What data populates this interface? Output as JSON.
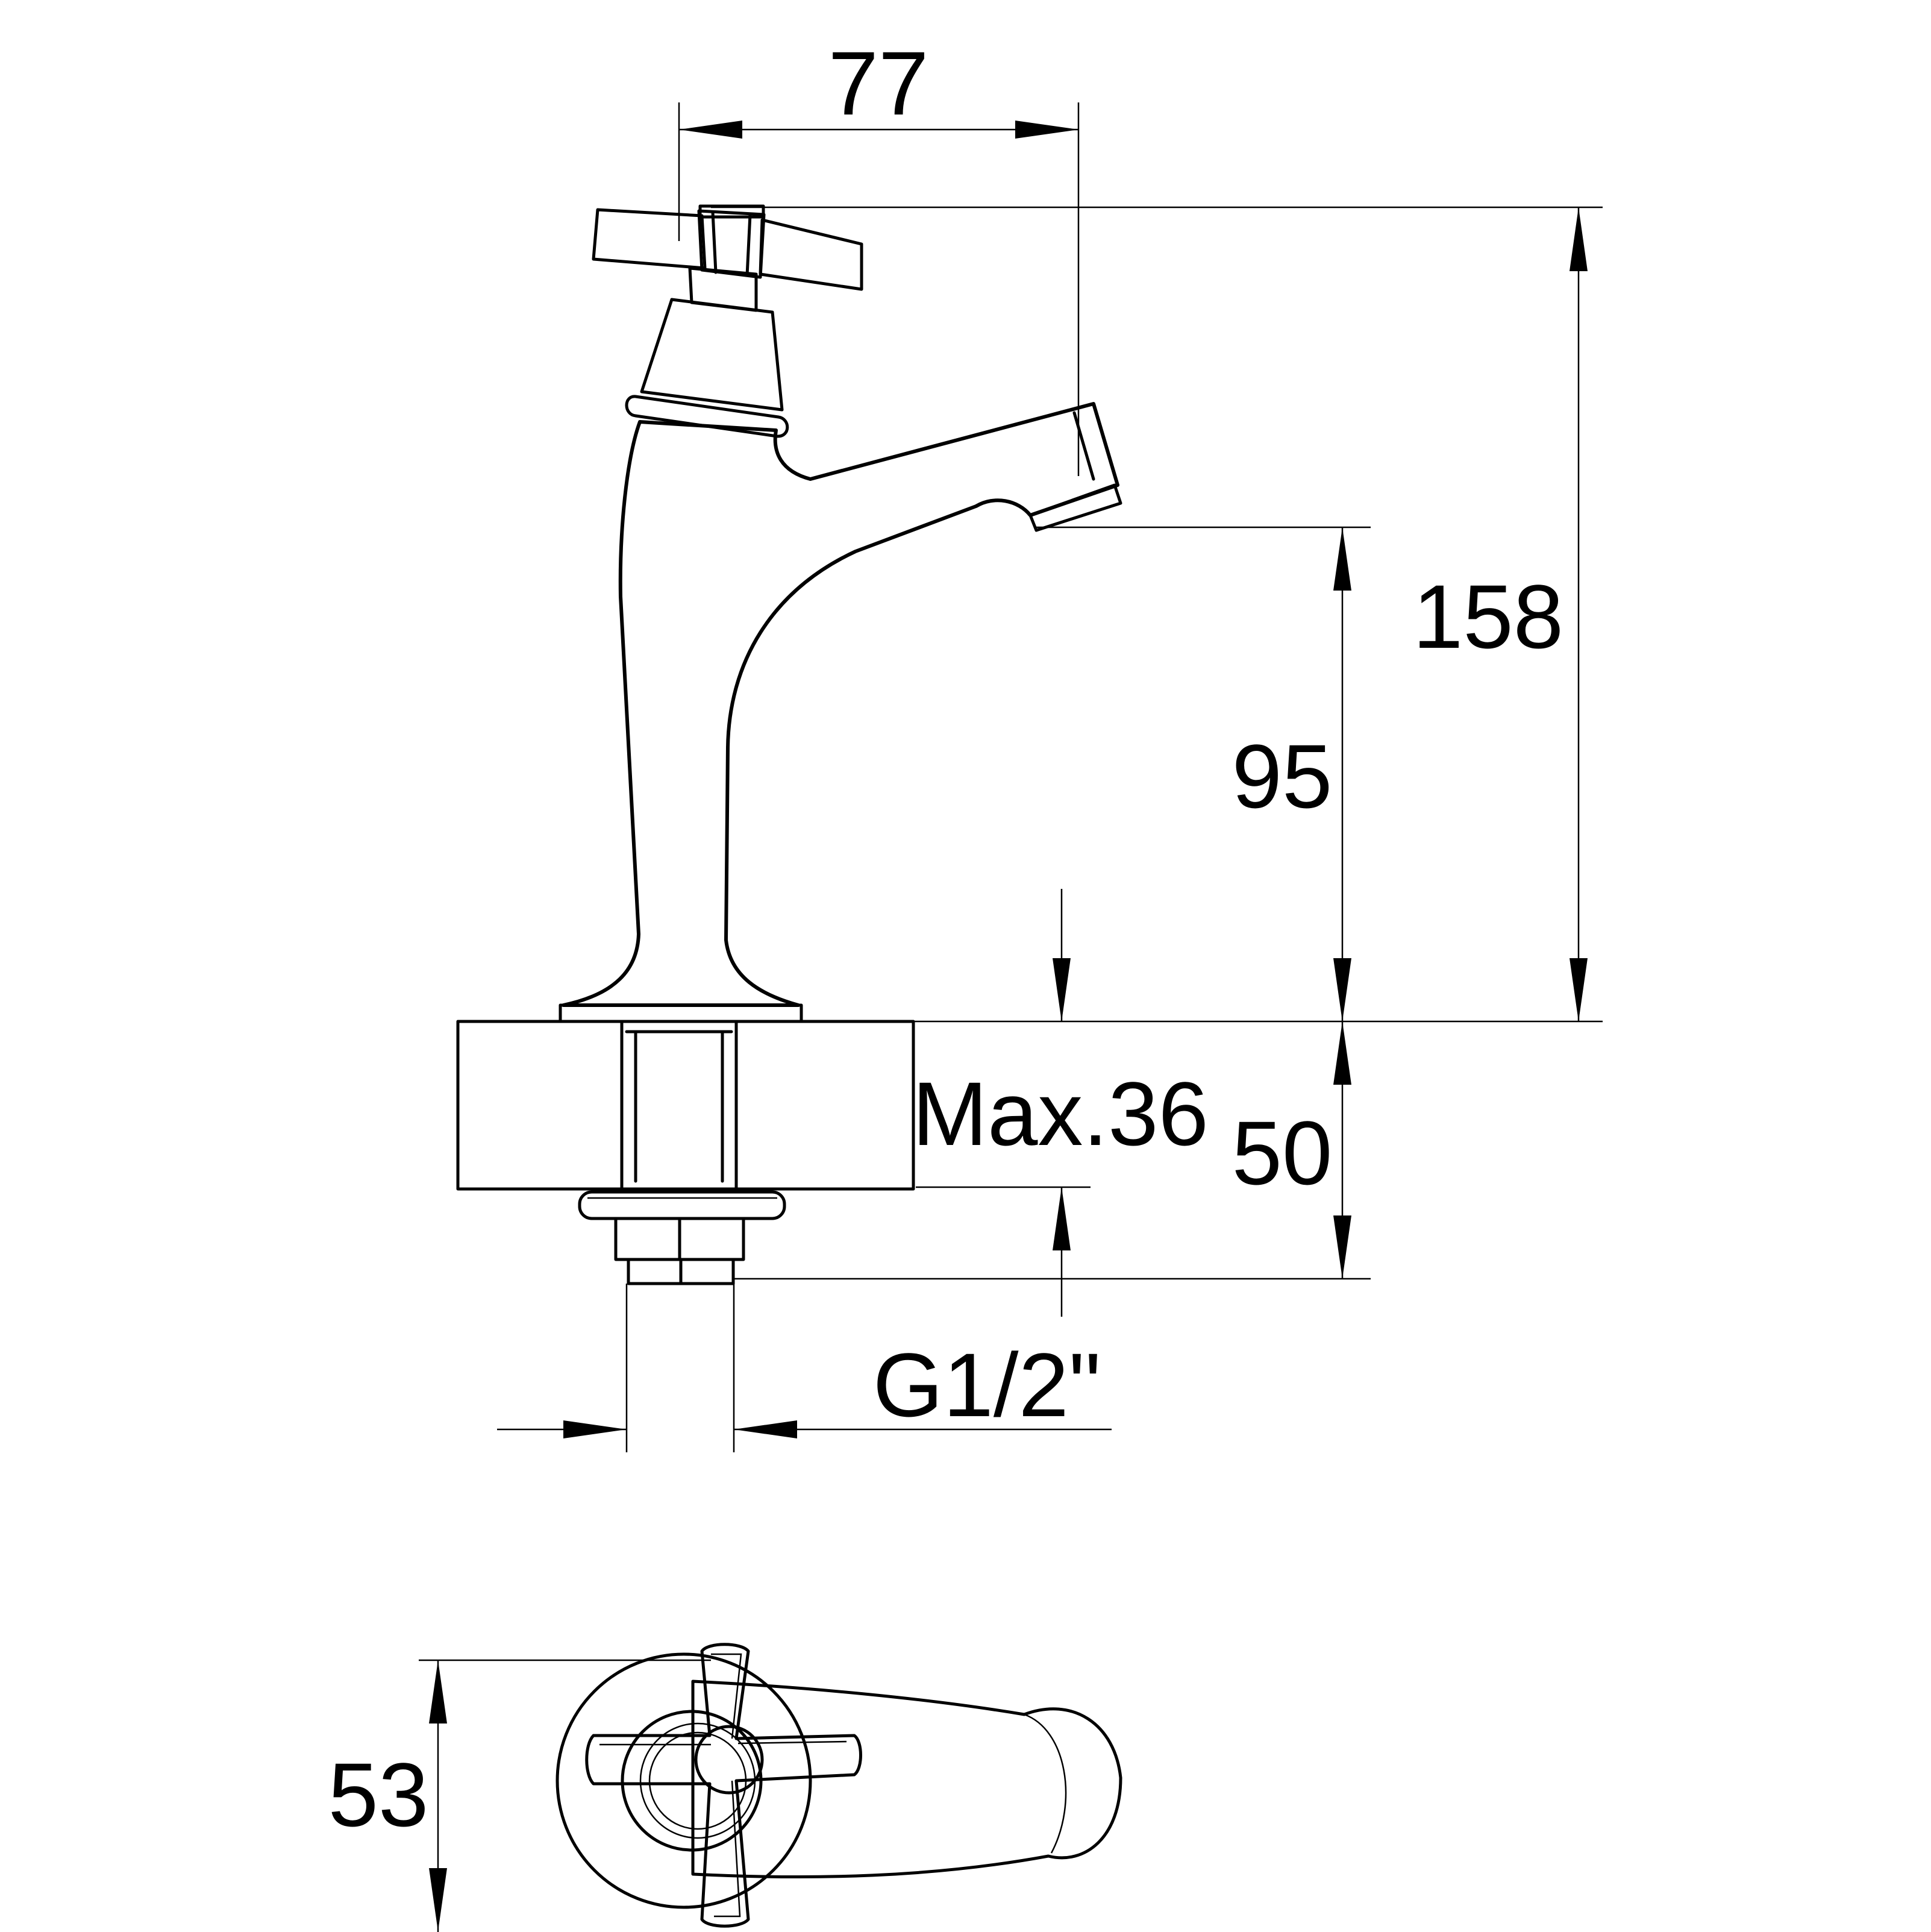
{
  "dimensions": {
    "handle_reach": "77",
    "total_height": "158",
    "spout_height": "95",
    "max_deck_thickness": "Max.36",
    "shank_length": "50",
    "thread_size": "G1/2\"",
    "top_view_width": "53"
  }
}
